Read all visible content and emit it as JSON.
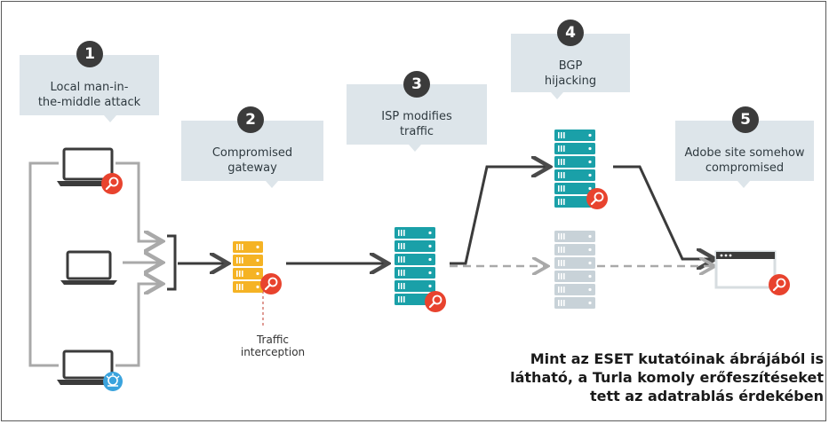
{
  "steps": [
    {
      "number": "1",
      "label": "Local man-in-\nthe-middle attack"
    },
    {
      "number": "2",
      "label": "Compromised\ngateway"
    },
    {
      "number": "3",
      "label": "ISP modifies\ntraffic"
    },
    {
      "number": "4",
      "label": "BGP\nhijacking"
    },
    {
      "number": "5",
      "label": "Adobe site somehow\ncompromised"
    }
  ],
  "traffic_label": "Traffic\ninterception",
  "caption": "Mint az ESET kutatóinak ábrájából is\nlátható, a Turla komoly erőfeszítéseket\ntett az adatrablás érdekében",
  "colors": {
    "callout": "#dde5ea",
    "badge": "#3b3b3b",
    "gateway_server": "#f5b324",
    "isp_server": "#1aa0a8",
    "bgp_server_faded": "#c8d2d8",
    "alert": "#e8432e",
    "user": "#3aa3dd",
    "line": "#4a4a4a",
    "input_line": "#a9a9a9"
  },
  "icons": [
    "laptop-icon",
    "magnifier-icon",
    "server-icon",
    "browser-window-icon",
    "virus-icon"
  ]
}
